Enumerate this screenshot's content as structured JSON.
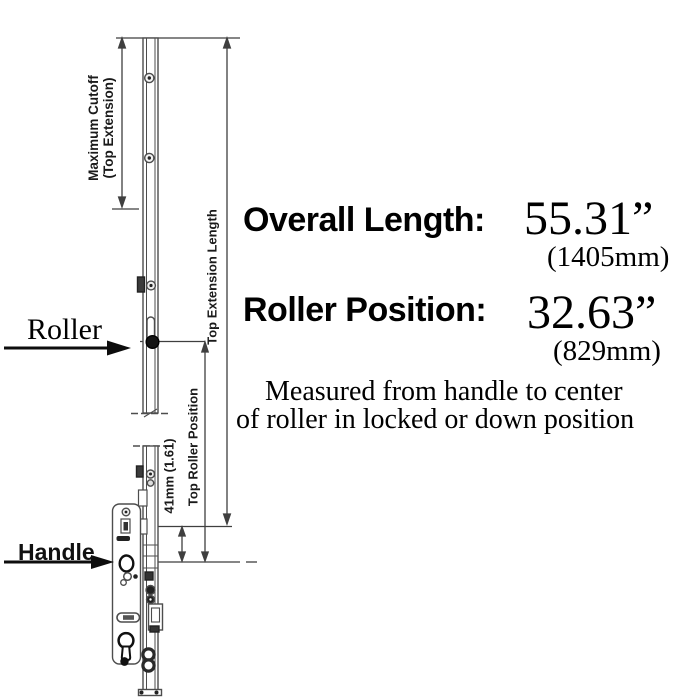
{
  "diagram": {
    "dimension_labels": {
      "maximum_cutoff_line1": "Maximum Cutoff",
      "maximum_cutoff_line2": "(Top Extension)",
      "top_extension_length": "Top Extension Length",
      "top_roller_position": "Top Roller Position",
      "roller_offset": "41mm (1.61)"
    },
    "part_labels": {
      "roller": "Roller",
      "handle": "Handle"
    }
  },
  "measurements": {
    "overall_length": {
      "label": "Overall Length:",
      "inches": "55.31”",
      "mm": "(1405mm)"
    },
    "roller_position": {
      "label": "Roller Position:",
      "inches": "32.63”",
      "mm": "(829mm)"
    },
    "note_line1": "Measured from handle to center",
    "note_line2": "of roller in locked or down position"
  },
  "colors": {
    "line": "#4d4d4d",
    "dimension_line": "#3f3f3f",
    "text": "#000000",
    "background": "#ffffff"
  }
}
